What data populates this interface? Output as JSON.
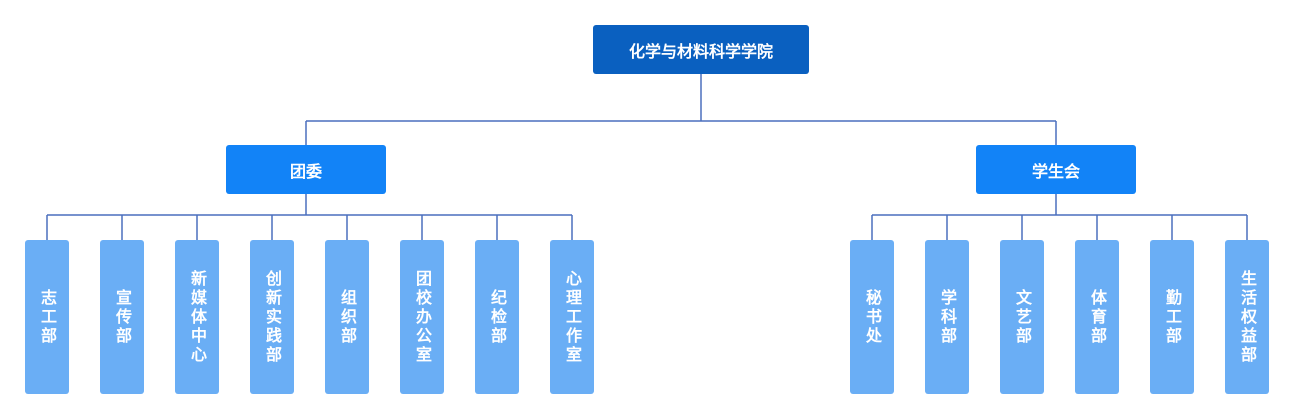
{
  "colors": {
    "root": "#0a60c0",
    "level1": "#1283f7",
    "leaf": "#6aaef5",
    "connector": "#4a6fbd"
  },
  "org": {
    "root": "化学与材料科学学院",
    "branches": [
      {
        "label": "团委",
        "departments": [
          "志工部",
          "宣传部",
          "新媒体中心",
          "创新实践部",
          "组织部",
          "团校办公室",
          "纪检部",
          "心理工作室"
        ]
      },
      {
        "label": "学生会",
        "departments": [
          "秘书处",
          "学科部",
          "文艺部",
          "体育部",
          "勤工部",
          "生活权益部"
        ]
      }
    ]
  }
}
